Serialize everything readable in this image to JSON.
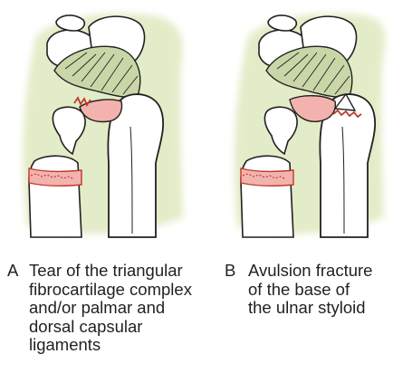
{
  "panels": [
    {
      "letter": "A",
      "caption": "Tear of the triangular\nfibrocartilage complex\nand/or palmar and\ndorsal capsular\nligaments"
    },
    {
      "letter": "B",
      "caption": "Avulsion fracture\nof the base of\nthe ulnar styloid"
    }
  ],
  "colors": {
    "backdrop": "#dde8c4",
    "bone": "#ffffff",
    "ligament": "#c9d7a8",
    "cartilage": "#f2b3ae",
    "fracture": "#c0392b",
    "outline": "#231f20"
  }
}
